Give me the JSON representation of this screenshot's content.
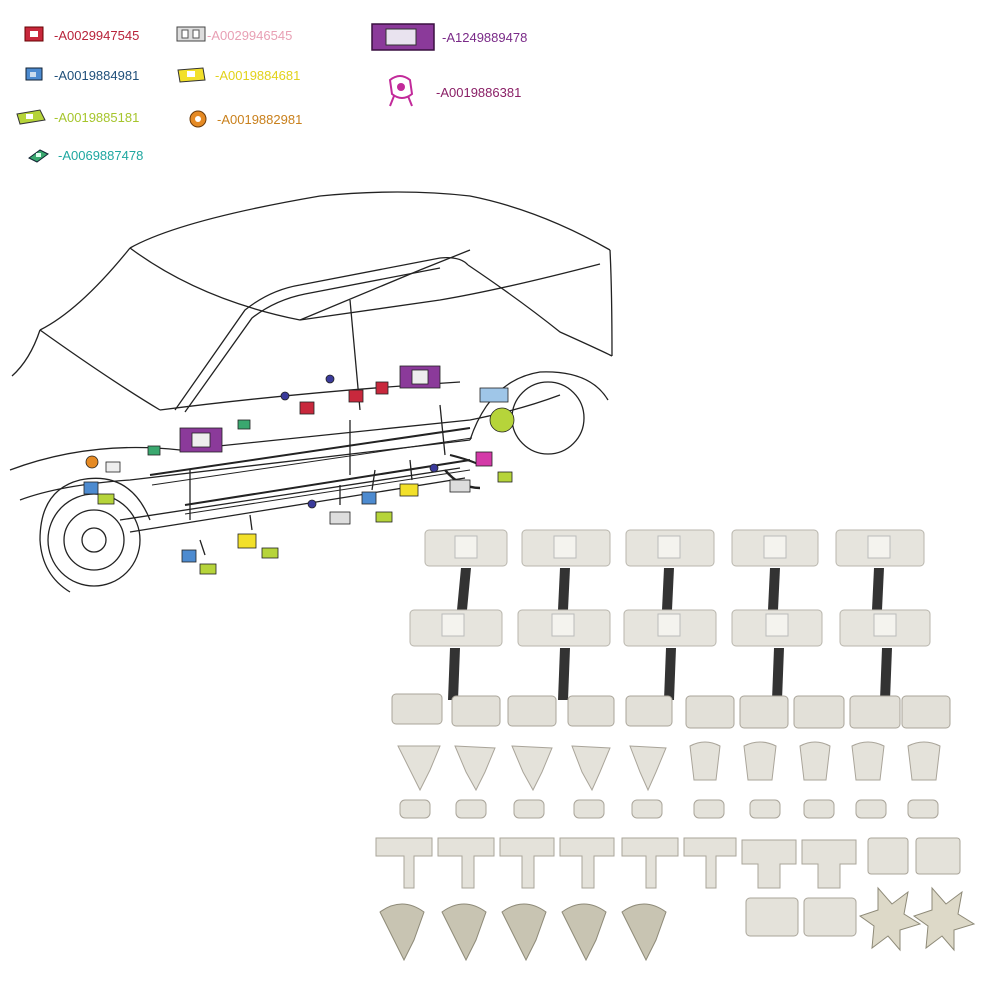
{
  "legend": [
    {
      "part_number": "-A0029947545",
      "color": "#b8233a",
      "icon": "red-clip-icon"
    },
    {
      "part_number": "-A0029946545",
      "color": "#e8a0b4",
      "icon": "grey-clip-icon"
    },
    {
      "part_number": "-A1249889478",
      "color": "#7a2a88",
      "icon": "purple-bracket-icon"
    },
    {
      "part_number": "-A0019884981",
      "color": "#1f4f7a",
      "icon": "blue-clip-icon"
    },
    {
      "part_number": "-A0019884681",
      "color": "#e2d21a",
      "icon": "yellow-clip-icon"
    },
    {
      "part_number": "-A0019886381",
      "color": "#8a1f66",
      "icon": "magenta-clip-icon"
    },
    {
      "part_number": "-A0019885181",
      "color": "#a6c52c",
      "icon": "green-clip-icon"
    },
    {
      "part_number": "-A0019882981",
      "color": "#c9801c",
      "icon": "orange-grommet-icon"
    },
    {
      "part_number": "-A0069887478",
      "color": "#1fa7a0",
      "icon": "teal-clip-icon"
    }
  ]
}
